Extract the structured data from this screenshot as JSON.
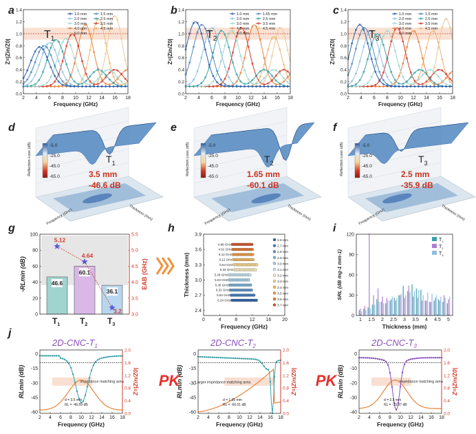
{
  "figure": {
    "panel_labels": [
      "a",
      "b",
      "c",
      "d",
      "e",
      "f",
      "g",
      "h",
      "i",
      "j"
    ],
    "colors": {
      "dark_blue": "#2b5fa8",
      "steel_blue": "#4f86c0",
      "light_blue": "#8fbfe0",
      "teal": "#3aa0a8",
      "light_teal": "#9fd4cf",
      "gray_blue": "#8aa0b8",
      "red": "#d23a2a",
      "orange": "#e8833a",
      "light_orange": "#f0b56e",
      "tan": "#e8c99a",
      "peach_band": "#f7d9c9",
      "chevron": "#f2903a",
      "purple": "#8a4fbf"
    }
  },
  "chart_data": [
    {
      "panel": "a",
      "type": "line",
      "label": "T1",
      "label_sub": "1",
      "xlabel": "Frequency (GHz)",
      "ylabel": "Z=|Zin/Z0|",
      "xlim": [
        2,
        18
      ],
      "ylim": [
        0,
        1.4
      ],
      "xticks": [
        "2",
        "4",
        "6",
        "8",
        "10",
        "12",
        "14",
        "16",
        "18"
      ],
      "yticks": [
        "0.0",
        "0.2",
        "0.4",
        "0.6",
        "0.8",
        "1.0",
        "1.2",
        "1.4"
      ],
      "legend": [
        "1.0 mm",
        "1.5 mm",
        "2.0 mm",
        "2.5 mm",
        "3.0 mm",
        "3.5 mm",
        "4.0 mm",
        "4.5 mm",
        "5.0 mm"
      ],
      "band": [
        0.9,
        1.1
      ],
      "series": [
        {
          "peak_x": 16.0,
          "peak_y": 1.3,
          "color": "#e8c99a"
        },
        {
          "peak_x": 13.5,
          "peak_y": 1.25,
          "color": "#f0b56e"
        },
        {
          "peak_x": 11.5,
          "peak_y": 1.15,
          "color": "#e8833a"
        },
        {
          "peak_x": 9.5,
          "peak_y": 1.0,
          "color": "#d23a2a"
        },
        {
          "peak_x": 8.5,
          "peak_y": 0.92,
          "color": "#9fd4cf"
        },
        {
          "peak_x": 7.0,
          "peak_y": 0.9,
          "color": "#3aa0a8"
        },
        {
          "peak_x": 6.0,
          "peak_y": 0.85,
          "color": "#8fbfe0"
        },
        {
          "peak_x": 5.2,
          "peak_y": 0.8,
          "color": "#4f86c0"
        },
        {
          "peak_x": 4.5,
          "peak_y": 0.78,
          "color": "#2b5fa8"
        }
      ]
    },
    {
      "panel": "b",
      "type": "line",
      "label": "T2",
      "label_sub": "2",
      "xlabel": "Frequency (GHz)",
      "ylabel": "Z=|Zin/Z0|",
      "xlim": [
        2,
        18
      ],
      "ylim": [
        0,
        1.4
      ],
      "xticks": [
        "2",
        "4",
        "6",
        "8",
        "10",
        "12",
        "14",
        "16",
        "18"
      ],
      "yticks": [
        "0.0",
        "0.2",
        "0.4",
        "0.6",
        "0.8",
        "1.0",
        "1.2",
        "1.4"
      ],
      "legend": [
        "1.0 mm",
        "1.65 mm",
        "2.0 mm",
        "2.5 mm",
        "3.0 mm",
        "3.5 mm",
        "4.0 mm",
        "4.5 mm",
        "5.0 mm"
      ],
      "band": [
        0.9,
        1.1
      ],
      "series": [
        {
          "peak_x": 16.5,
          "peak_y": 1.1,
          "color": "#e8c99a"
        },
        {
          "peak_x": 15.5,
          "peak_y": 0.95,
          "color": "#f0b56e"
        },
        {
          "peak_x": 12.5,
          "peak_y": 1.15,
          "color": "#e8833a"
        },
        {
          "peak_x": 10.5,
          "peak_y": 1.1,
          "color": "#d23a2a"
        },
        {
          "peak_x": 9.0,
          "peak_y": 1.05,
          "color": "#9fd4cf"
        },
        {
          "peak_x": 7.5,
          "peak_y": 1.05,
          "color": "#3aa0a8"
        },
        {
          "peak_x": 6.0,
          "peak_y": 1.1,
          "color": "#8fbfe0"
        },
        {
          "peak_x": 4.5,
          "peak_y": 1.15,
          "color": "#4f86c0"
        },
        {
          "peak_x": 3.5,
          "peak_y": 1.2,
          "color": "#2b5fa8"
        }
      ]
    },
    {
      "panel": "c",
      "type": "line",
      "label": "T3",
      "label_sub": "3",
      "xlabel": "Frequency (GHz)",
      "ylabel": "Z=|Zin/Z0|",
      "xlim": [
        2,
        18
      ],
      "ylim": [
        0,
        1.4
      ],
      "xticks": [
        "2",
        "4",
        "6",
        "8",
        "10",
        "12",
        "14",
        "16",
        "18"
      ],
      "yticks": [
        "0.0",
        "0.2",
        "0.4",
        "0.6",
        "0.8",
        "1.0",
        "1.2",
        "1.4"
      ],
      "legend": [
        "1.0 mm",
        "1.5 mm",
        "2.0 mm",
        "2.5 mm",
        "3.0 mm",
        "3.5 mm",
        "4.0 mm",
        "4.5 mm",
        "5.0 mm"
      ],
      "band": [
        0.9,
        1.1
      ],
      "series": [
        {
          "peak_x": 17.0,
          "peak_y": 1.25,
          "color": "#e8c99a"
        },
        {
          "peak_x": 15.0,
          "peak_y": 1.05,
          "color": "#f0b56e"
        },
        {
          "peak_x": 12.0,
          "peak_y": 1.05,
          "color": "#e8833a"
        },
        {
          "peak_x": 9.5,
          "peak_y": 1.1,
          "color": "#d23a2a"
        },
        {
          "peak_x": 8.0,
          "peak_y": 1.05,
          "color": "#9fd4cf"
        },
        {
          "peak_x": 6.5,
          "peak_y": 1.0,
          "color": "#3aa0a8"
        },
        {
          "peak_x": 5.5,
          "peak_y": 1.05,
          "color": "#8fbfe0"
        },
        {
          "peak_x": 4.5,
          "peak_y": 1.1,
          "color": "#4f86c0"
        },
        {
          "peak_x": 3.8,
          "peak_y": 1.15,
          "color": "#2b5fa8"
        }
      ]
    },
    {
      "panel": "d",
      "type": "surface3d",
      "label": "T1",
      "label_sub": "1",
      "zlabel": "Reflection Loss (dB)",
      "xlabel": "Frequency (GHz)",
      "ylabel": "Thickness (mm)",
      "colorbar_ticks": [
        "-5.0",
        "-25.0",
        "-45.0",
        "-65.0"
      ],
      "thickness": "3.5 mm",
      "rl_min": "-46.6 dB"
    },
    {
      "panel": "e",
      "type": "surface3d",
      "label": "T2",
      "label_sub": "2",
      "zlabel": "Reflection Loss (dB)",
      "xlabel": "Frequency (GHz)",
      "ylabel": "Thickness (mm)",
      "colorbar_ticks": [
        "-5.0",
        "-25.0",
        "-45.0",
        "-65.0"
      ],
      "thickness": "1.65 mm",
      "rl_min": "-60.1 dB"
    },
    {
      "panel": "f",
      "type": "surface3d",
      "label": "T3",
      "label_sub": "3",
      "zlabel": "Reflection Loss (dB)",
      "xlabel": "Frequency (GHz)",
      "ylabel": "Thickness (mm)",
      "colorbar_ticks": [
        "-5.0",
        "-25.0",
        "-45.0",
        "-65.0"
      ],
      "thickness": "2.5 mm",
      "rl_min": "-35.9 dB"
    },
    {
      "panel": "g",
      "type": "bar",
      "categories": [
        "T1",
        "T2",
        "T3"
      ],
      "category_subs": [
        "1",
        "2",
        "3"
      ],
      "values": [
        46.6,
        60.1,
        36.1
      ],
      "value_labels": [
        "46.6",
        "60.1",
        "36.1"
      ],
      "ylabel": "-RLmin (dB)",
      "ylim": [
        0,
        100
      ],
      "yticks": [
        "0",
        "20",
        "40",
        "60",
        "80",
        "100"
      ],
      "y2label": "EAB (GHz)",
      "y2lim": [
        3.0,
        5.5
      ],
      "y2ticks": [
        "3.0",
        "3.5",
        "4.0",
        "4.5",
        "5.0",
        "5.5"
      ],
      "eab_values": [
        5.12,
        4.64,
        3.2
      ],
      "eab_labels": [
        "5.12",
        "4.64",
        "3.2"
      ],
      "bar_colors": [
        "#9fd4cf",
        "#d9b8e6",
        "#b9d6ef"
      ]
    },
    {
      "panel": "h",
      "type": "scatter",
      "xlabel": "Frequency (GHz)",
      "ylabel": "Thickness (mm)",
      "xlim": [
        0,
        20
      ],
      "ylim": [
        2.3,
        3.9
      ],
      "xticks": [
        "0",
        "2",
        "4",
        "6",
        "8",
        "10",
        "12",
        "14",
        "16",
        "18",
        "20"
      ],
      "yticks": [
        "2.4",
        "2.7",
        "3.0",
        "3.3",
        "3.6",
        "3.9"
      ],
      "series": [
        {
          "name": "2.6 mm",
          "y": 2.6,
          "x0": 7.0,
          "x1": 13.2,
          "bw_label": "6.24 GHz",
          "color": "#2b5fa8"
        },
        {
          "name": "2.7 mm",
          "y": 2.7,
          "x0": 6.8,
          "x1": 12.6,
          "bw_label": "5.84 GHz",
          "color": "#3f79b8"
        },
        {
          "name": "2.8 mm",
          "y": 2.8,
          "x0": 6.6,
          "x1": 11.9,
          "bw_label": "5.32 GHz",
          "color": "#5a94c8"
        },
        {
          "name": "2.9 mm",
          "y": 2.9,
          "x0": 6.4,
          "x1": 11.8,
          "bw_label": "5.36 GHz",
          "color": "#78aed6"
        },
        {
          "name": "3.0 mm",
          "y": 3.0,
          "x0": 6.3,
          "x1": 11.3,
          "bw_label": "5.04 GHz",
          "color": "#9cc8e2"
        },
        {
          "name": "3.1 mm",
          "y": 3.1,
          "x0": 6.2,
          "x1": 11.5,
          "bw_label": "5.28 GHz",
          "color": "#c2e0ee"
        },
        {
          "name": "3.2 mm",
          "y": 3.2,
          "x0": 7.6,
          "x1": 13.0,
          "bw_label": "5.32 GHz",
          "color": "#f3e3b4"
        },
        {
          "name": "3.3 mm",
          "y": 3.3,
          "x0": 7.5,
          "x1": 13.1,
          "bw_label": "5.64 GHz",
          "color": "#f0cf84"
        },
        {
          "name": "3.4 mm",
          "y": 3.4,
          "x0": 7.4,
          "x1": 12.5,
          "bw_label": "5.12 GHz",
          "color": "#eeb55c"
        },
        {
          "name": "3.5 mm",
          "y": 3.5,
          "x0": 7.3,
          "x1": 12.4,
          "bw_label": "5.12 GHz",
          "color": "#ea973e"
        },
        {
          "name": "3.6 mm",
          "y": 3.6,
          "x0": 7.2,
          "x1": 12.1,
          "bw_label": "4.91 GHz",
          "color": "#e2732c"
        },
        {
          "name": "3.7 mm",
          "y": 3.7,
          "x0": 7.1,
          "x1": 12.0,
          "bw_label": "4.88 GHz",
          "color": "#d24f26"
        }
      ]
    },
    {
      "panel": "i",
      "type": "bar",
      "xlabel": "Thickness (mm)",
      "ylabel": "SRL (dB mg-1 mm-1)",
      "ylim": [
        0,
        120
      ],
      "yticks": [
        "0",
        "30",
        "60",
        "90",
        "120"
      ],
      "xticks": [
        "1",
        "1.5",
        "2",
        "2.5",
        "3",
        "3.5",
        "4",
        "4.5",
        "5"
      ],
      "categories": [
        1.0,
        1.2,
        1.4,
        1.6,
        1.8,
        2.0,
        2.2,
        2.4,
        2.6,
        2.8,
        3.0,
        3.2,
        3.4,
        3.6,
        3.8,
        4.0,
        4.2,
        4.4,
        4.6,
        4.8,
        5.0
      ],
      "series": [
        {
          "name": "T1",
          "color": "#3aa0a8",
          "values": [
            8,
            10,
            12,
            16,
            24,
            20,
            18,
            22,
            26,
            30,
            44,
            36,
            46,
            40,
            38,
            22,
            20,
            22,
            24,
            20,
            18
          ]
        },
        {
          "name": "T2",
          "color": "#b07ccc",
          "values": [
            10,
            14,
            121,
            30,
            40,
            28,
            26,
            24,
            22,
            30,
            26,
            44,
            28,
            26,
            22,
            22,
            20,
            26,
            22,
            30,
            24
          ]
        },
        {
          "name": "T3",
          "color": "#8fbfe0",
          "values": [
            6,
            8,
            10,
            16,
            20,
            18,
            22,
            28,
            26,
            32,
            30,
            34,
            36,
            38,
            30,
            34,
            32,
            30,
            28,
            26,
            28
          ]
        }
      ],
      "legend": [
        "T1",
        "T2",
        "T3"
      ],
      "legend_subs": [
        "1",
        "2",
        "3"
      ]
    },
    {
      "panel": "j1",
      "type": "line",
      "title": "2D-CNC-T1",
      "title_sub": "1",
      "xlabel": "Frequency (GHz)",
      "ylabel": "RLmin (dB)",
      "y2label": "Z=|Zin/Z0|",
      "xlim": [
        2,
        18
      ],
      "ylim": [
        -60,
        5
      ],
      "y2lim": [
        0,
        2.0
      ],
      "xticks": [
        "2",
        "4",
        "6",
        "8",
        "10",
        "12",
        "14",
        "16",
        "18"
      ],
      "yticks": [
        "0",
        "-15",
        "-30",
        "-45",
        "-60"
      ],
      "y2ticks": [
        "0.0",
        "0.4",
        "0.8",
        "1.2",
        "1.6",
        "2.0"
      ],
      "annotation": "Impedance matching area",
      "note_d": "d = 3.5 mm",
      "note_rl": "RL = -46.59 dB",
      "rl_min_x": 10.1,
      "rl_min_y": -46.6,
      "z_peak_x": 10.0,
      "z_peak_y": 1.0
    },
    {
      "panel": "j2",
      "type": "line",
      "title": "2D-CNC-T2",
      "title_sub": "2",
      "xlabel": "Frequency (GHz)",
      "ylabel": "RLmin (dB)",
      "y2label": "Z=|Zin/Z0|",
      "xlim": [
        2,
        18
      ],
      "ylim": [
        -60,
        5
      ],
      "y2lim": [
        0,
        2.0
      ],
      "xticks": [
        "2",
        "4",
        "6",
        "8",
        "10",
        "12",
        "14",
        "16",
        "18"
      ],
      "yticks": [
        "0",
        "-15",
        "-30",
        "-45",
        "-60"
      ],
      "y2ticks": [
        "0.0",
        "0.4",
        "0.8",
        "1.2",
        "1.6",
        "2.0"
      ],
      "annotation": "Larger impedance matching area",
      "note_d": "d = 1.65 mm",
      "note_rl": "RL = -60.01 dB",
      "rl_min_x": 16.4,
      "rl_min_y": -60.0
    },
    {
      "panel": "j3",
      "type": "line",
      "title": "2D-CNC-T3",
      "title_sub": "3",
      "xlabel": "Frequency (GHz)",
      "ylabel": "RLmin (dB)",
      "y2label": "Z=|Zin/Z0|",
      "xlim": [
        2,
        18
      ],
      "ylim": [
        -40,
        5
      ],
      "y2lim": [
        0,
        2.0
      ],
      "xticks": [
        "2",
        "4",
        "6",
        "8",
        "10",
        "12",
        "14",
        "16",
        "18"
      ],
      "yticks": [
        "0",
        "-10",
        "-20",
        "-30",
        "-40"
      ],
      "y2ticks": [
        "0.0",
        "0.4",
        "0.8",
        "1.2",
        "1.6",
        "2.0"
      ],
      "annotation": "Impedance matching area",
      "note_d": "d = 2.5 mm",
      "note_rl": "RL = -35.97 dB",
      "rl_min_x": 9.2,
      "rl_min_y": -35.97
    }
  ],
  "pk_labels": [
    "PK",
    "PK"
  ]
}
